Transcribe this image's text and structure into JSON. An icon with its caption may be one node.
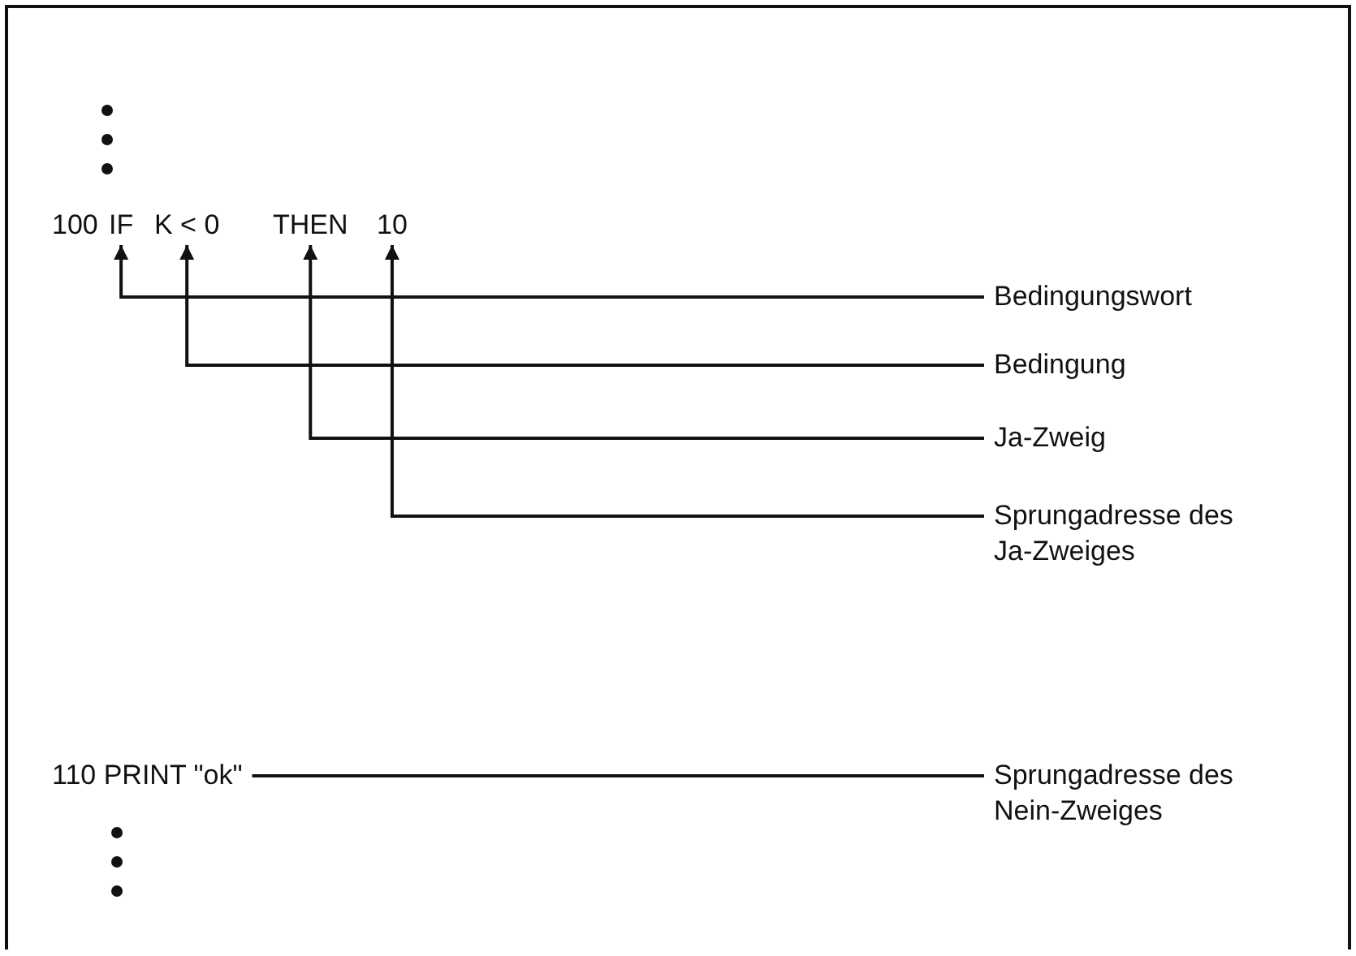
{
  "diagram": {
    "nodes": [
      {
        "text": [
          "IF"
        ]
      },
      {
        "text": [
          "K < 0"
        ]
      },
      {
        "text": [
          "THEN"
        ]
      },
      {
        "text": [
          "10"
        ]
      },
      {
        "text": [
          "Bedingungswort"
        ]
      },
      {
        "text": [
          "Bedingung"
        ]
      },
      {
        "text": [
          "Ja-Zweig"
        ]
      },
      {
        "text": [
          "Sprungadresse des Ja-Zweiges"
        ]
      },
      {
        "text": [
          "110 PRINT \"ok\""
        ]
      },
      {
        "text": [
          "Sprungadresse des Nein-Zweiges"
        ]
      }
    ],
    "edges": [
      {
        "from": 4,
        "to": 0,
        "arrow": "to"
      },
      {
        "from": 5,
        "to": 1,
        "arrow": "to"
      },
      {
        "from": 6,
        "to": 2,
        "arrow": "to"
      },
      {
        "from": 7,
        "to": 3,
        "arrow": "to"
      },
      {
        "from": 8,
        "to": 9,
        "arrow": "none"
      }
    ],
    "labels": [
      "100"
    ]
  }
}
